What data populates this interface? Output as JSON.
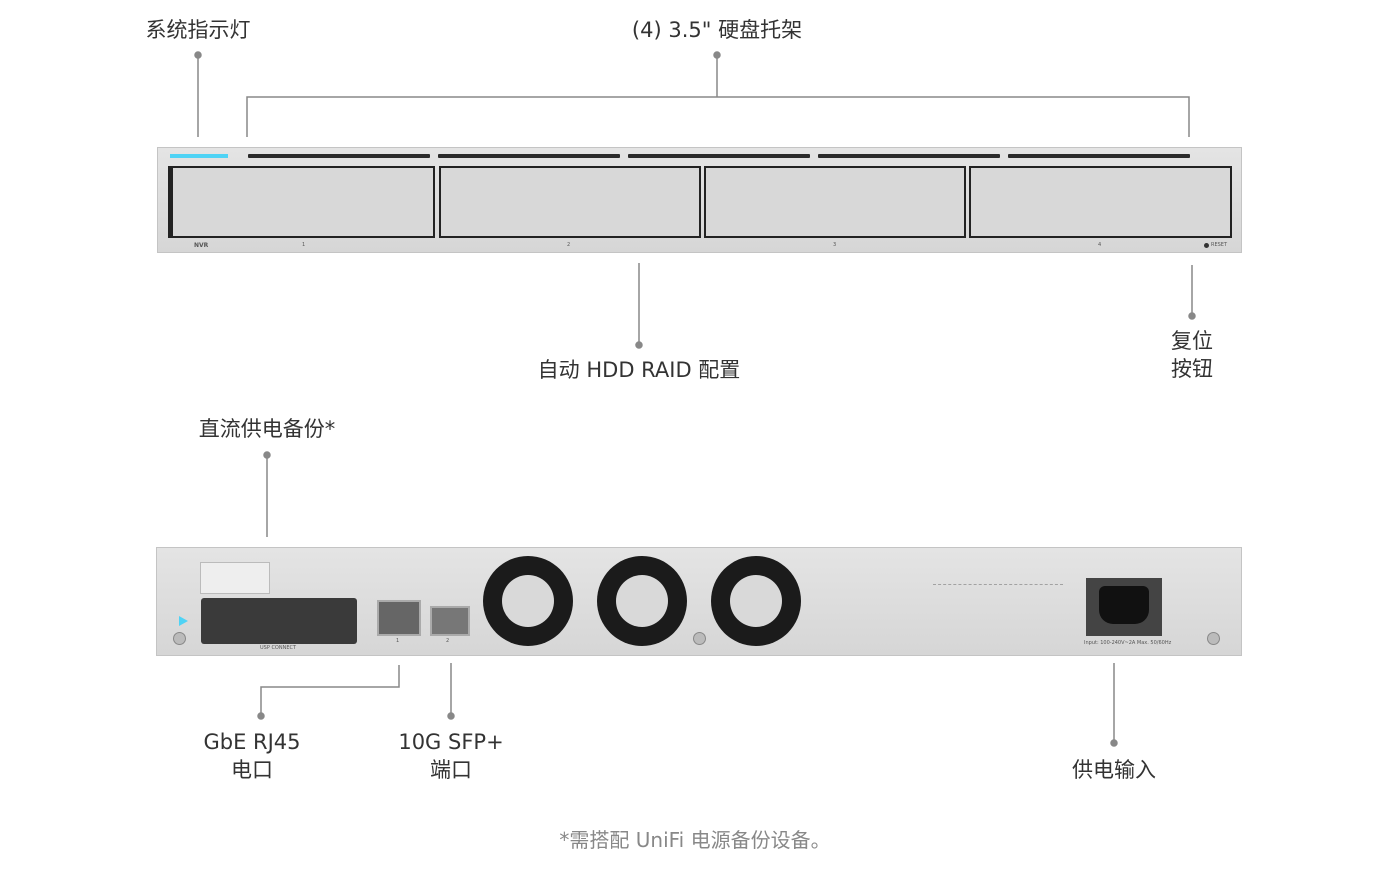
{
  "labels": {
    "system_led": "系统指示灯",
    "drive_bays": "(4) 3.5\" 硬盘托架",
    "raid": "自动 HDD RAID 配置",
    "reset_line1": "复位",
    "reset_line2": "按钮",
    "dc_backup": "直流供电备份*",
    "rj45_line1": "GbE RJ45",
    "rj45_line2": "电口",
    "sfp_line1": "10G SFP+",
    "sfp_line2": "端口",
    "power_in": "供电输入"
  },
  "footnote": "*需搭配 UniFi 电源备份设备。",
  "front_panel": {
    "model": "NVR",
    "bay_numbers": [
      "1",
      "2",
      "3",
      "4"
    ],
    "reset": "RESET"
  },
  "rear_panel": {
    "usp_connect": "USP CONNECT",
    "port_numbers": [
      "1",
      "2"
    ],
    "power_rating": "Input: 100-240V~2A Max. 50/60Hz"
  },
  "colors": {
    "led": "#4fd3f5",
    "line": "#888888"
  }
}
